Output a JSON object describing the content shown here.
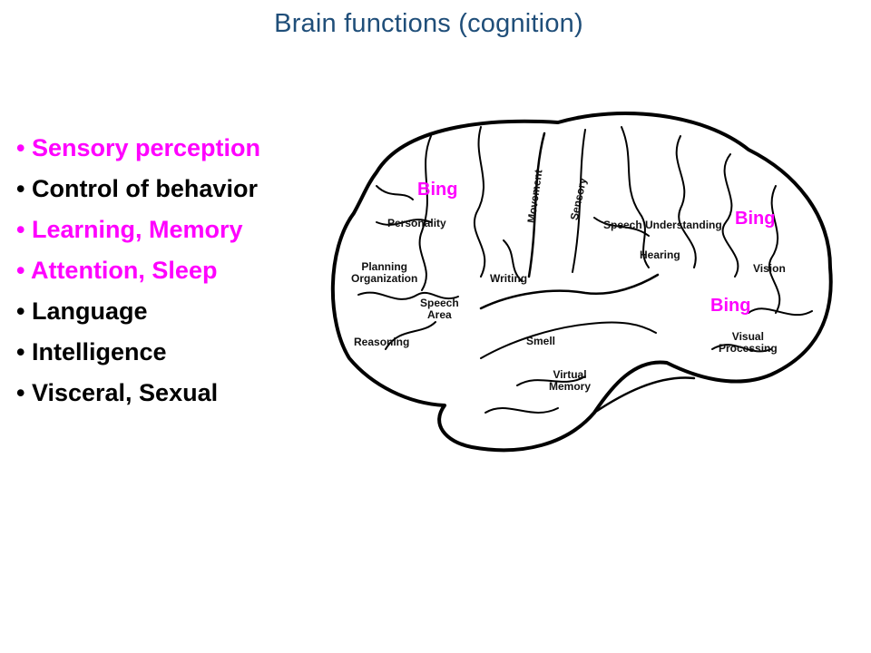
{
  "title": "Brain functions (cognition)",
  "colors": {
    "title": "#1f4e79",
    "highlight": "#ff00ff",
    "normal": "#000000"
  },
  "bullets": [
    {
      "text": "• Sensory perception",
      "color": "#ff00ff"
    },
    {
      "text": "• Control of behavior",
      "color": "#000000"
    },
    {
      "text": "• Learning, Memory",
      "color": "#ff00ff"
    },
    {
      "text": "• Attention, Sleep",
      "color": "#ff00ff"
    },
    {
      "text": "• Language",
      "color": "#000000"
    },
    {
      "text": "• Intelligence",
      "color": "#000000"
    },
    {
      "text": "• Visceral, Sexual",
      "color": "#000000"
    }
  ],
  "regions": {
    "personality": "Personality",
    "movement": "Movement",
    "sensory": "Sensory",
    "speech_understanding": "Speech Understanding",
    "hearing": "Hearing",
    "planning": "Planning\nOrganization",
    "writing": "Writing",
    "vision": "Vision",
    "speech_area": "Speech\nArea",
    "reasoning": "Reasoning",
    "smell": "Smell",
    "visual_processing": "Visual\nProcessing",
    "virtual_memory": "Virtual\nMemory"
  },
  "bing_labels": [
    "Bing",
    "Bing",
    "Bing"
  ]
}
